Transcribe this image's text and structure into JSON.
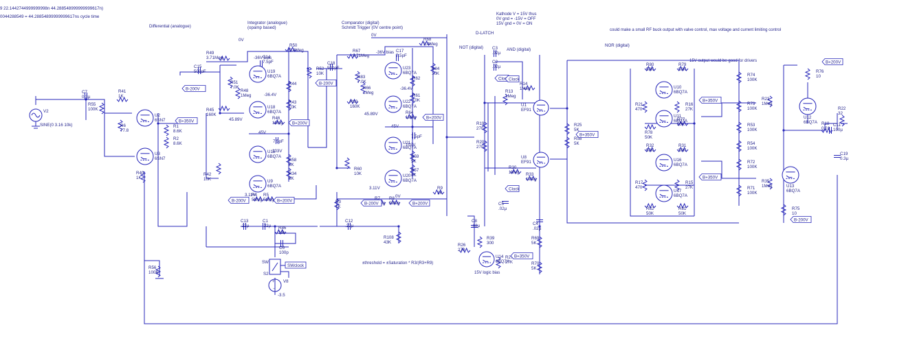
{
  "header": {
    "line1": "9 22.1442744999999998n 44.288548999999999617n)",
    "line2": "0044288549 = 44.28854899999999617ns cycle time"
  },
  "sections": {
    "differential": "Differential (analogue)",
    "integrator_1": "Integrator (analogue)",
    "integrator_2": "(opamp based)",
    "comparator_1": "Comparator (digital)",
    "comparator_2": "Schmitt Trigger (0V centre point)",
    "dlatch": "D-LATCH",
    "not": "NOT (digital)",
    "and": "AND (digital)",
    "nor": "NOR (digital)",
    "zero_v": "0V",
    "zero_v_2": "0V",
    "zero_v_3": "0V"
  },
  "notes": {
    "kathode_1": "Kathode V = 15V thus",
    "kathode_2": "0V gnd = -15V = OFF",
    "kathode_3": "15V gnd = 0V = ON",
    "buck": "could make a small RF buck output with valve control, max voltage and current limiting control",
    "drivers": "15V output would be good for drivers",
    "threshold": "±threshold = ±Saturation * R3/(R3+R9)",
    "logic_bias": "15V logic bias",
    "bias1": "-36V bias",
    "bias2": "-36V bias",
    "v_n364a": "-36.4V",
    "v_n364b": "-36.4V",
    "v_4589a": "45.89V",
    "v_4589b": "45.89V",
    "v_45a": "45V",
    "v_45b": "45V",
    "v_311a": "3.11V",
    "v_311b": "3.11V",
    "v_103a": "103V",
    "v_103b": "103V"
  },
  "sources": {
    "v2_name": "V2",
    "v2_value": "SINE(0 3.16 10k)",
    "v8_name": "V8",
    "v8_value": "-3.5",
    "sw_name": "SW",
    "s2_name": "S2",
    "swclock": "SWclock"
  },
  "flags": {
    "b200": "B-200V",
    "b350": "B+350V",
    "bp200": "B+200V",
    "clock": "Clock"
  },
  "components": {
    "c7": [
      "C7",
      "0.3µ"
    ],
    "r41": [
      "R41",
      "1K"
    ],
    "r55": [
      "R55",
      "100K"
    ],
    "r6": [
      "R6",
      "77.8"
    ],
    "r1": [
      "R1",
      "8.6K"
    ],
    "r2": [
      "R2",
      "8.6K"
    ],
    "r40": [
      "R40",
      "1K"
    ],
    "r56": [
      "R56",
      "100K"
    ],
    "c15": [
      "C15",
      "500pF"
    ],
    "r49": [
      "R49",
      "3.71Meg"
    ],
    "r51": [
      "R51",
      "7.0K"
    ],
    "r48": [
      "R48",
      "1Meg"
    ],
    "r45": [
      "R45",
      "160K"
    ],
    "r47": [
      "R47",
      ""
    ],
    "r42": [
      "R42",
      "10K"
    ],
    "c14": [
      "C14",
      "7.5pF"
    ],
    "r50": [
      "R50",
      "5.4Meg"
    ],
    "r52": [
      "R52",
      "10K"
    ],
    "r44": [
      "R44",
      "1"
    ],
    "r43": [
      "R43",
      "10K"
    ],
    "r46": [
      "R46",
      "1Meg"
    ],
    "r47v": [
      "",
      "2.2Meg"
    ],
    "c16": [
      "",
      "7.5pF"
    ],
    "r58": [
      "R58",
      "5K"
    ],
    "r34": [
      "R34",
      "8K"
    ],
    "r4": [
      "R4",
      "5Meg"
    ],
    "r5": [
      "R5",
      "5Meg"
    ],
    "c13": [
      "C13",
      ".22µ"
    ],
    "c1": [
      "C1",
      ".22µ"
    ],
    "r86": [
      "R86",
      "33k"
    ],
    "c6": [
      "C6",
      "100p"
    ],
    "c18": [
      "C18",
      "500pF"
    ],
    "r67": [
      "R67",
      "3.71Meg"
    ],
    "r83": [
      "R83",
      "7.0K"
    ],
    "r66": [
      "R66",
      "1Meg"
    ],
    "r63": [
      "R63",
      "160K"
    ],
    "r65": [
      "R65",
      "2.2Meg"
    ],
    "r60": [
      "R60",
      "10K"
    ],
    "c17": [
      "C17",
      "7.5pF"
    ],
    "r68": [
      "R68",
      "5.4Meg"
    ],
    "r84": [
      "R84",
      "10K"
    ],
    "r62": [
      "R62",
      "1"
    ],
    "r61": [
      "R61",
      "10K"
    ],
    "r64": [
      "R64",
      "1Meg"
    ],
    "c19b": [
      "",
      "7.5pF"
    ],
    "r59": [
      "R59",
      "5K"
    ],
    "r57": [
      "R57",
      "8K"
    ],
    "r7": [
      "R7",
      "5Meg"
    ],
    "r8": [
      "R8",
      "5Meg"
    ],
    "r3": [
      "R3",
      "1K"
    ],
    "r9": [
      "R9",
      "1K"
    ],
    "c12": [
      "C12",
      ".22µ"
    ],
    "r108": [
      "R108",
      "43K"
    ],
    "c3": [
      "C3",
      ".02µ"
    ],
    "c2": [
      "C2",
      ".02µ"
    ],
    "r14": [
      "R14",
      "1Meg"
    ],
    "r13": [
      "R13",
      "1Meg"
    ],
    "r19": [
      "R19",
      "270"
    ],
    "r20": [
      "R20",
      "270"
    ],
    "r30": [
      "R30",
      "1Meg"
    ],
    "r33": [
      "R33",
      "1Meg"
    ],
    "c5": [
      "C5",
      ".02µ"
    ],
    "c8": [
      "C8",
      ".02µ"
    ],
    "r39": [
      "R39",
      "300"
    ],
    "r26": [
      "R26",
      "270"
    ],
    "r27": [
      "R27",
      "27K"
    ],
    "c4": [
      "C4",
      ".02µ"
    ],
    "r69": [
      "R69",
      "5K"
    ],
    "r70": [
      "R70",
      "5K"
    ],
    "r25": [
      "R25",
      "5K"
    ],
    "r58b": [
      "R58",
      "5K"
    ],
    "r80": [
      "R80",
      "50K"
    ],
    "r79": [
      "R79",
      "50K"
    ],
    "r21": [
      "R21",
      "470"
    ],
    "r16": [
      "R16",
      "27K"
    ],
    "r78": [
      "R78",
      "50K"
    ],
    "r77": [
      "R77",
      "50K"
    ],
    "r32": [
      "R32",
      "50K"
    ],
    "r31": [
      "R31",
      "50K"
    ],
    "r17": [
      "R17",
      "470"
    ],
    "r15": [
      "R15",
      "27K"
    ],
    "r82": [
      "R82",
      "50K"
    ],
    "r81": [
      "R81",
      "50K"
    ],
    "r74": [
      "R74",
      "100K"
    ],
    "r73": [
      "R73",
      "100K"
    ],
    "r23": [
      "R23",
      "1Meg"
    ],
    "r53": [
      "R53",
      "100K"
    ],
    "r54": [
      "R54",
      "100K"
    ],
    "r72": [
      "R72",
      "100K"
    ],
    "r35": [
      "R35",
      "1Meg"
    ],
    "r71": [
      "R71",
      "100K"
    ],
    "r75": [
      "R75",
      "10"
    ],
    "r76": [
      "R76",
      "10"
    ],
    "r18": [
      "R18",
      "0.01"
    ],
    "c11": [
      "C11",
      "100µ"
    ],
    "r22": [
      "R22",
      "32"
    ],
    "c19": [
      "C19",
      "0.3µ"
    ]
  },
  "tubes": {
    "u2": [
      "U2",
      "6SN7"
    ],
    "u3": [
      "U3",
      "6SN7"
    ],
    "u19": [
      "U19",
      "6BQ7A"
    ],
    "u18": [
      "U18",
      "6BQ7A"
    ],
    "u15": [
      "U15",
      "6BQ7A"
    ],
    "u9": [
      "U9",
      "6BQ7A"
    ],
    "u23": [
      "U23",
      "6BQ7A"
    ],
    "u22": [
      "U22",
      "6BQ7A"
    ],
    "u21": [
      "U21",
      "6BQ7A"
    ],
    "u20": [
      "U20",
      "6BQ7A"
    ],
    "u1": [
      "U1",
      "EF91"
    ],
    "u8": [
      "U8",
      "EF91"
    ],
    "u14": [
      "U14",
      "6BQ7A"
    ],
    "u10": [
      "U10",
      "6BQ7A"
    ],
    "u11": [
      "U11",
      "6BQ7A"
    ],
    "u16": [
      "U16",
      "6BQ7A"
    ],
    "u17": [
      "U17",
      "6BQ7A"
    ],
    "u12": [
      "U12",
      "6BQ7A"
    ],
    "u13": [
      "U13",
      "6BQ7A"
    ]
  }
}
